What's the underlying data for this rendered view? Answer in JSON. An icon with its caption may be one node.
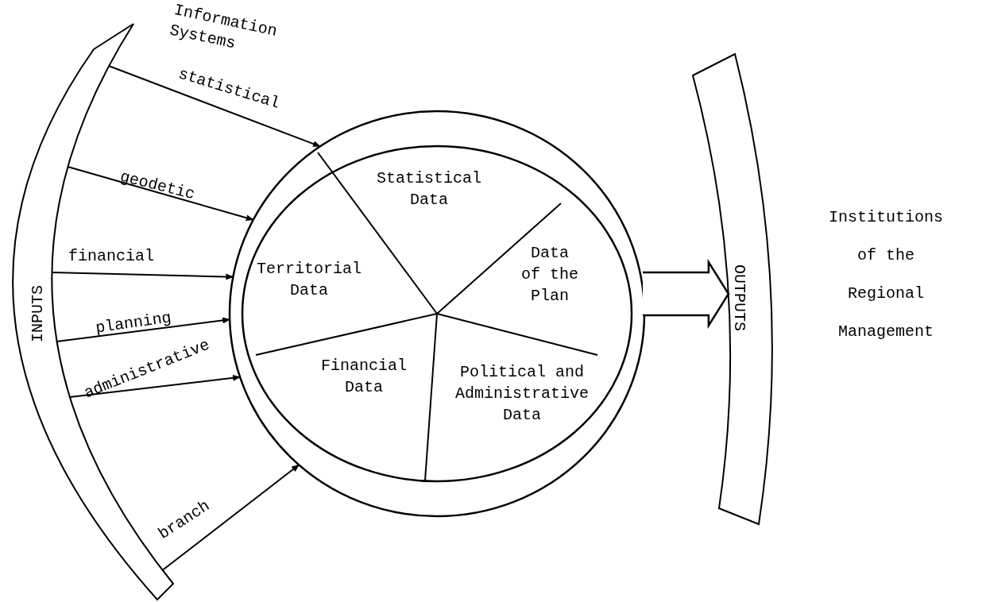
{
  "diagram": {
    "nodes": [
      {
        "text": [
          "INPUTS"
        ]
      },
      {
        "text": [],
        "shape": "circle"
      },
      {
        "text": [
          "Statistical Data"
        ],
        "in": 1
      },
      {
        "text": [
          "Territorial Data"
        ],
        "in": 1
      },
      {
        "text": [
          "Data of the Plan"
        ],
        "in": 1
      },
      {
        "text": [
          "Financial Data"
        ],
        "in": 1
      },
      {
        "text": [
          "Political and Administrative Data"
        ],
        "in": 1
      },
      {
        "text": [
          "OUTPUTS"
        ],
        "beside": [
          "Institutions of the Regional Management"
        ]
      }
    ],
    "edges": [
      {
        "from": 0,
        "to": 1,
        "arrow": "to",
        "label": "statistical"
      },
      {
        "from": 0,
        "to": 1,
        "arrow": "to",
        "label": "geodetic"
      },
      {
        "from": 0,
        "to": 1,
        "arrow": "to",
        "label": "financial"
      },
      {
        "from": 0,
        "to": 1,
        "arrow": "to",
        "label": "planning"
      },
      {
        "from": 0,
        "to": 1,
        "arrow": "to",
        "label": "administrative"
      },
      {
        "from": 0,
        "to": 1,
        "arrow": "to",
        "label": "branch"
      },
      {
        "from": 1,
        "to": 7,
        "arrow": "to",
        "style": "thick"
      }
    ],
    "labels": [
      "Information Systems"
    ]
  }
}
